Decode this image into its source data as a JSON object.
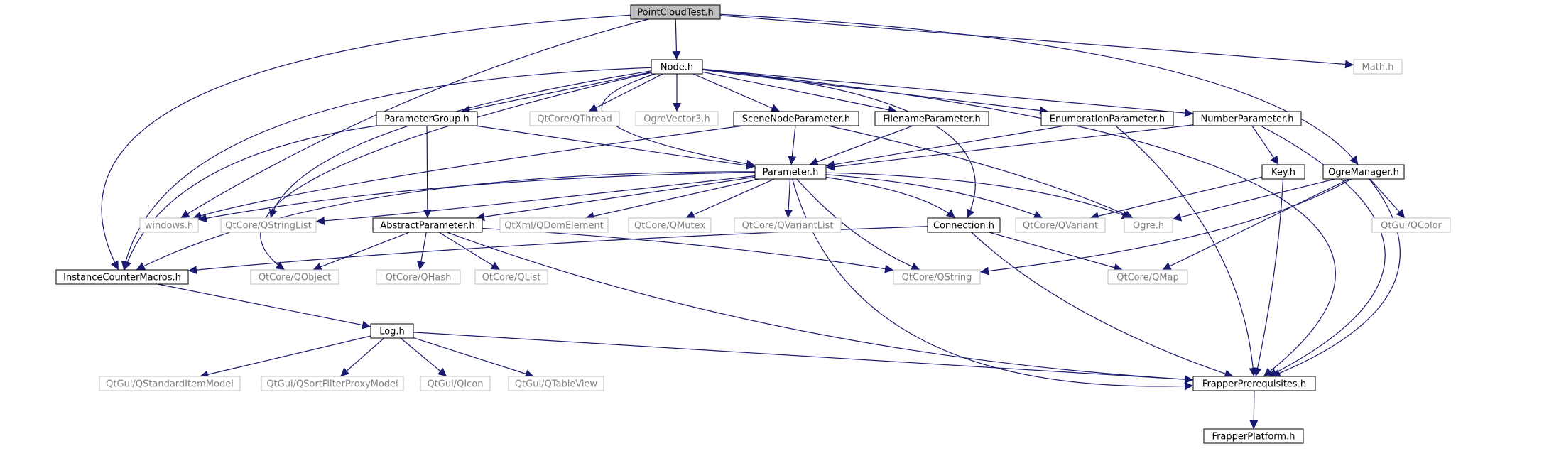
{
  "diagram": {
    "type": "include-dependency-graph",
    "colors": {
      "edge": "#191970",
      "root_fill": "#bfbfbf",
      "documented_border": "#000000",
      "external_border": "#bfbfbf",
      "documented_text": "#000000",
      "external_text": "#7f7f7f"
    },
    "nodes": [
      {
        "id": "pointcloudtest",
        "label": "PointCloudTest.h",
        "kind": "root"
      },
      {
        "id": "node",
        "label": "Node.h",
        "kind": "documented"
      },
      {
        "id": "math",
        "label": "Math.h",
        "kind": "external"
      },
      {
        "id": "parametergroup",
        "label": "ParameterGroup.h",
        "kind": "documented"
      },
      {
        "id": "qthread",
        "label": "QtCore/QThread",
        "kind": "external"
      },
      {
        "id": "ogrevector3",
        "label": "OgreVector3.h",
        "kind": "external"
      },
      {
        "id": "scenenodeparameter",
        "label": "SceneNodeParameter.h",
        "kind": "documented"
      },
      {
        "id": "filenameparameter",
        "label": "FilenameParameter.h",
        "kind": "documented"
      },
      {
        "id": "enumerationparameter",
        "label": "EnumerationParameter.h",
        "kind": "documented"
      },
      {
        "id": "numberparameter",
        "label": "NumberParameter.h",
        "kind": "documented"
      },
      {
        "id": "parameter",
        "label": "Parameter.h",
        "kind": "documented"
      },
      {
        "id": "key",
        "label": "Key.h",
        "kind": "documented"
      },
      {
        "id": "ogremanager",
        "label": "OgreManager.h",
        "kind": "documented"
      },
      {
        "id": "windows",
        "label": "windows.h",
        "kind": "external"
      },
      {
        "id": "qstringlist",
        "label": "QtCore/QStringList",
        "kind": "external"
      },
      {
        "id": "abstractparameter",
        "label": "AbstractParameter.h",
        "kind": "documented"
      },
      {
        "id": "qdomelement",
        "label": "QtXml/QDomElement",
        "kind": "external"
      },
      {
        "id": "qmutex",
        "label": "QtCore/QMutex",
        "kind": "external"
      },
      {
        "id": "qvariantlist",
        "label": "QtCore/QVariantList",
        "kind": "external"
      },
      {
        "id": "connection",
        "label": "Connection.h",
        "kind": "documented"
      },
      {
        "id": "qvariant",
        "label": "QtCore/QVariant",
        "kind": "external"
      },
      {
        "id": "ogre",
        "label": "Ogre.h",
        "kind": "external"
      },
      {
        "id": "qcolor",
        "label": "QtGui/QColor",
        "kind": "external"
      },
      {
        "id": "instancecountermacros",
        "label": "InstanceCounterMacros.h",
        "kind": "documented"
      },
      {
        "id": "qobject",
        "label": "QtCore/QObject",
        "kind": "external"
      },
      {
        "id": "qhash",
        "label": "QtCore/QHash",
        "kind": "external"
      },
      {
        "id": "qlist",
        "label": "QtCore/QList",
        "kind": "external"
      },
      {
        "id": "qstring",
        "label": "QtCore/QString",
        "kind": "external"
      },
      {
        "id": "qmap",
        "label": "QtCore/QMap",
        "kind": "external"
      },
      {
        "id": "log",
        "label": "Log.h",
        "kind": "documented"
      },
      {
        "id": "qstandarditemmodel",
        "label": "QtGui/QStandardItemModel",
        "kind": "external"
      },
      {
        "id": "qsortfilterproxymodel",
        "label": "QtGui/QSortFilterProxyModel",
        "kind": "external"
      },
      {
        "id": "qicon",
        "label": "QtGui/QIcon",
        "kind": "external"
      },
      {
        "id": "qtableview",
        "label": "QtGui/QTableView",
        "kind": "external"
      },
      {
        "id": "frapperprerequisites",
        "label": "FrapperPrerequisites.h",
        "kind": "documented"
      },
      {
        "id": "frapperplatform",
        "label": "FrapperPlatform.h",
        "kind": "documented"
      }
    ],
    "edges": [
      [
        "pointcloudtest",
        "node"
      ],
      [
        "pointcloudtest",
        "math"
      ],
      [
        "pointcloudtest",
        "instancecountermacros"
      ],
      [
        "pointcloudtest",
        "windows"
      ],
      [
        "pointcloudtest",
        "ogremanager"
      ],
      [
        "node",
        "parametergroup"
      ],
      [
        "node",
        "qthread"
      ],
      [
        "node",
        "ogrevector3"
      ],
      [
        "node",
        "scenenodeparameter"
      ],
      [
        "node",
        "filenameparameter"
      ],
      [
        "node",
        "enumerationparameter"
      ],
      [
        "node",
        "numberparameter"
      ],
      [
        "node",
        "parameter"
      ],
      [
        "node",
        "qstringlist"
      ],
      [
        "node",
        "instancecountermacros"
      ],
      [
        "node",
        "qobject"
      ],
      [
        "node",
        "connection"
      ],
      [
        "node",
        "frapperprerequisites"
      ],
      [
        "parametergroup",
        "parameter"
      ],
      [
        "parametergroup",
        "abstractparameter"
      ],
      [
        "parametergroup",
        "instancecountermacros"
      ],
      [
        "scenenodeparameter",
        "parameter"
      ],
      [
        "scenenodeparameter",
        "windows"
      ],
      [
        "scenenodeparameter",
        "ogre"
      ],
      [
        "filenameparameter",
        "parameter"
      ],
      [
        "enumerationparameter",
        "parameter"
      ],
      [
        "enumerationparameter",
        "frapperprerequisites"
      ],
      [
        "numberparameter",
        "parameter"
      ],
      [
        "numberparameter",
        "key"
      ],
      [
        "numberparameter",
        "frapperprerequisites"
      ],
      [
        "parameter",
        "windows"
      ],
      [
        "parameter",
        "qstringlist"
      ],
      [
        "parameter",
        "abstractparameter"
      ],
      [
        "parameter",
        "qdomelement"
      ],
      [
        "parameter",
        "qmutex"
      ],
      [
        "parameter",
        "qvariantlist"
      ],
      [
        "parameter",
        "connection"
      ],
      [
        "parameter",
        "qvariant"
      ],
      [
        "parameter",
        "ogre"
      ],
      [
        "parameter",
        "instancecountermacros"
      ],
      [
        "parameter",
        "qstring"
      ],
      [
        "parameter",
        "frapperprerequisites"
      ],
      [
        "key",
        "qvariant"
      ],
      [
        "key",
        "frapperprerequisites"
      ],
      [
        "ogremanager",
        "ogre"
      ],
      [
        "ogremanager",
        "qcolor"
      ],
      [
        "ogremanager",
        "qstring"
      ],
      [
        "ogremanager",
        "qmap"
      ],
      [
        "ogremanager",
        "frapperprerequisites"
      ],
      [
        "abstractparameter",
        "qobject"
      ],
      [
        "abstractparameter",
        "qhash"
      ],
      [
        "abstractparameter",
        "qlist"
      ],
      [
        "abstractparameter",
        "qstring"
      ],
      [
        "abstractparameter",
        "frapperprerequisites"
      ],
      [
        "connection",
        "instancecountermacros"
      ],
      [
        "connection",
        "qmap"
      ],
      [
        "connection",
        "frapperprerequisites"
      ],
      [
        "instancecountermacros",
        "log"
      ],
      [
        "log",
        "qstandarditemmodel"
      ],
      [
        "log",
        "qsortfilterproxymodel"
      ],
      [
        "log",
        "qicon"
      ],
      [
        "log",
        "qtableview"
      ],
      [
        "log",
        "frapperprerequisites"
      ],
      [
        "frapperprerequisites",
        "frapperplatform"
      ]
    ]
  }
}
